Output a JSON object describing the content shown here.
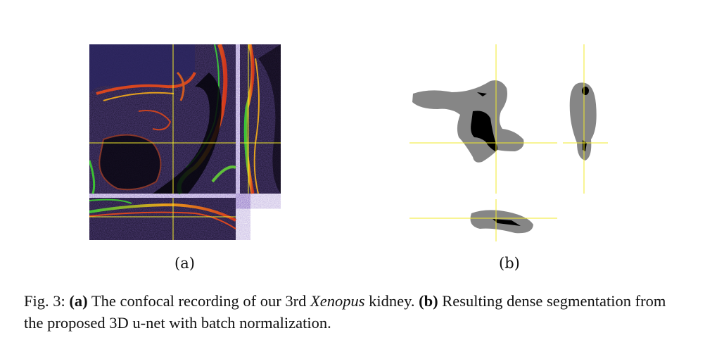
{
  "figure": {
    "panel_a_label": "(a)",
    "panel_b_label": "(b)",
    "caption": {
      "prefix": "Fig. 3:",
      "a_tag": "(a)",
      "a_text_1": "The confocal recording of our 3rd",
      "a_species": "Xenopus",
      "a_text_2": "kidney.",
      "b_tag": "(b)",
      "b_text": "Resulting dense segmentation from the proposed 3D u-net with batch normalization."
    }
  },
  "colors": {
    "crosshair": "#f2ea2a",
    "tissue_background": "#140f22",
    "segmentation_gray": "#868686",
    "segmentation_black": "#000000"
  }
}
